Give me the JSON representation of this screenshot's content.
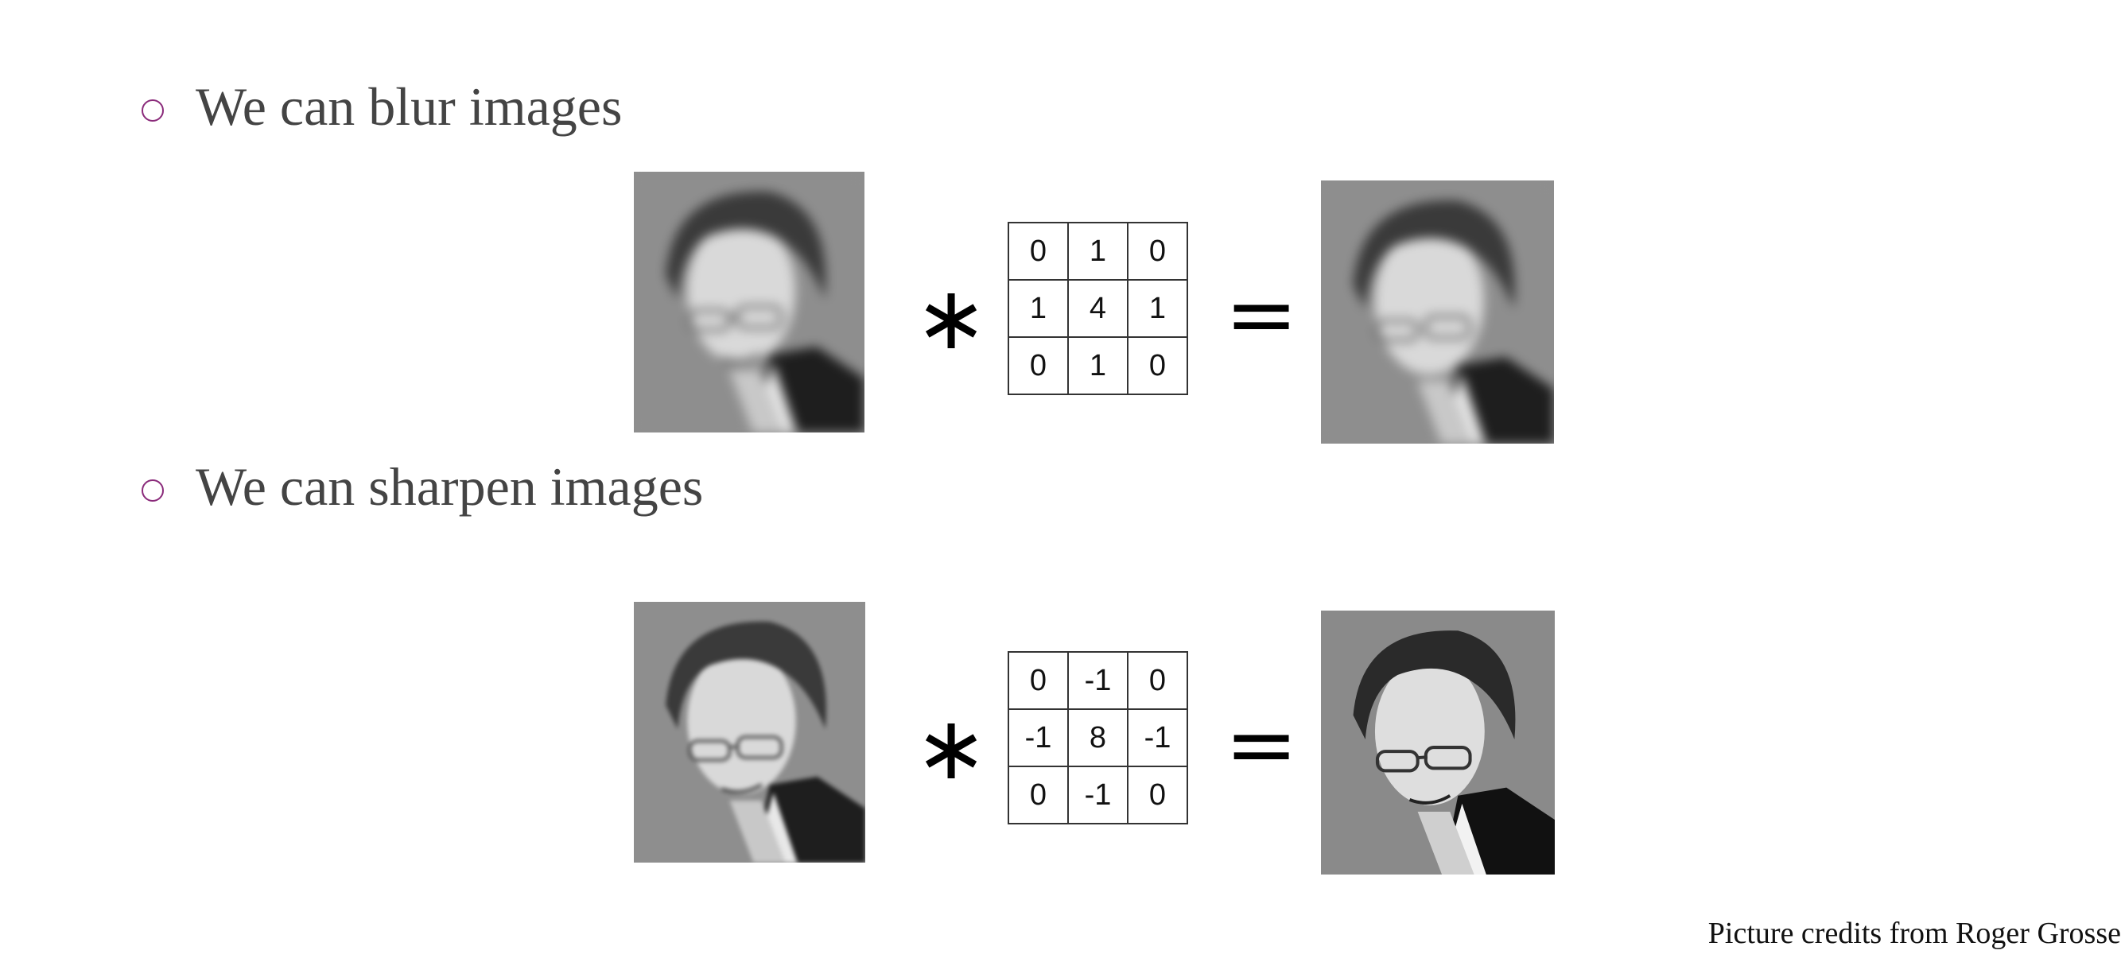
{
  "bullets": [
    {
      "text": "We can blur images"
    },
    {
      "text": "We can sharpen images"
    }
  ],
  "operators": {
    "convolve": "∗",
    "equals": "="
  },
  "blur_kernel": [
    [
      "0",
      "1",
      "0"
    ],
    [
      "1",
      "4",
      "1"
    ],
    [
      "0",
      "1",
      "0"
    ]
  ],
  "sharpen_kernel": [
    [
      "0",
      "-1",
      "0"
    ],
    [
      "-1",
      "8",
      "-1"
    ],
    [
      "0",
      "-1",
      "0"
    ]
  ],
  "credit": "Picture credits from Roger Grosse",
  "colors": {
    "bullet_accent": "#8a2a7a",
    "text": "#444444"
  }
}
